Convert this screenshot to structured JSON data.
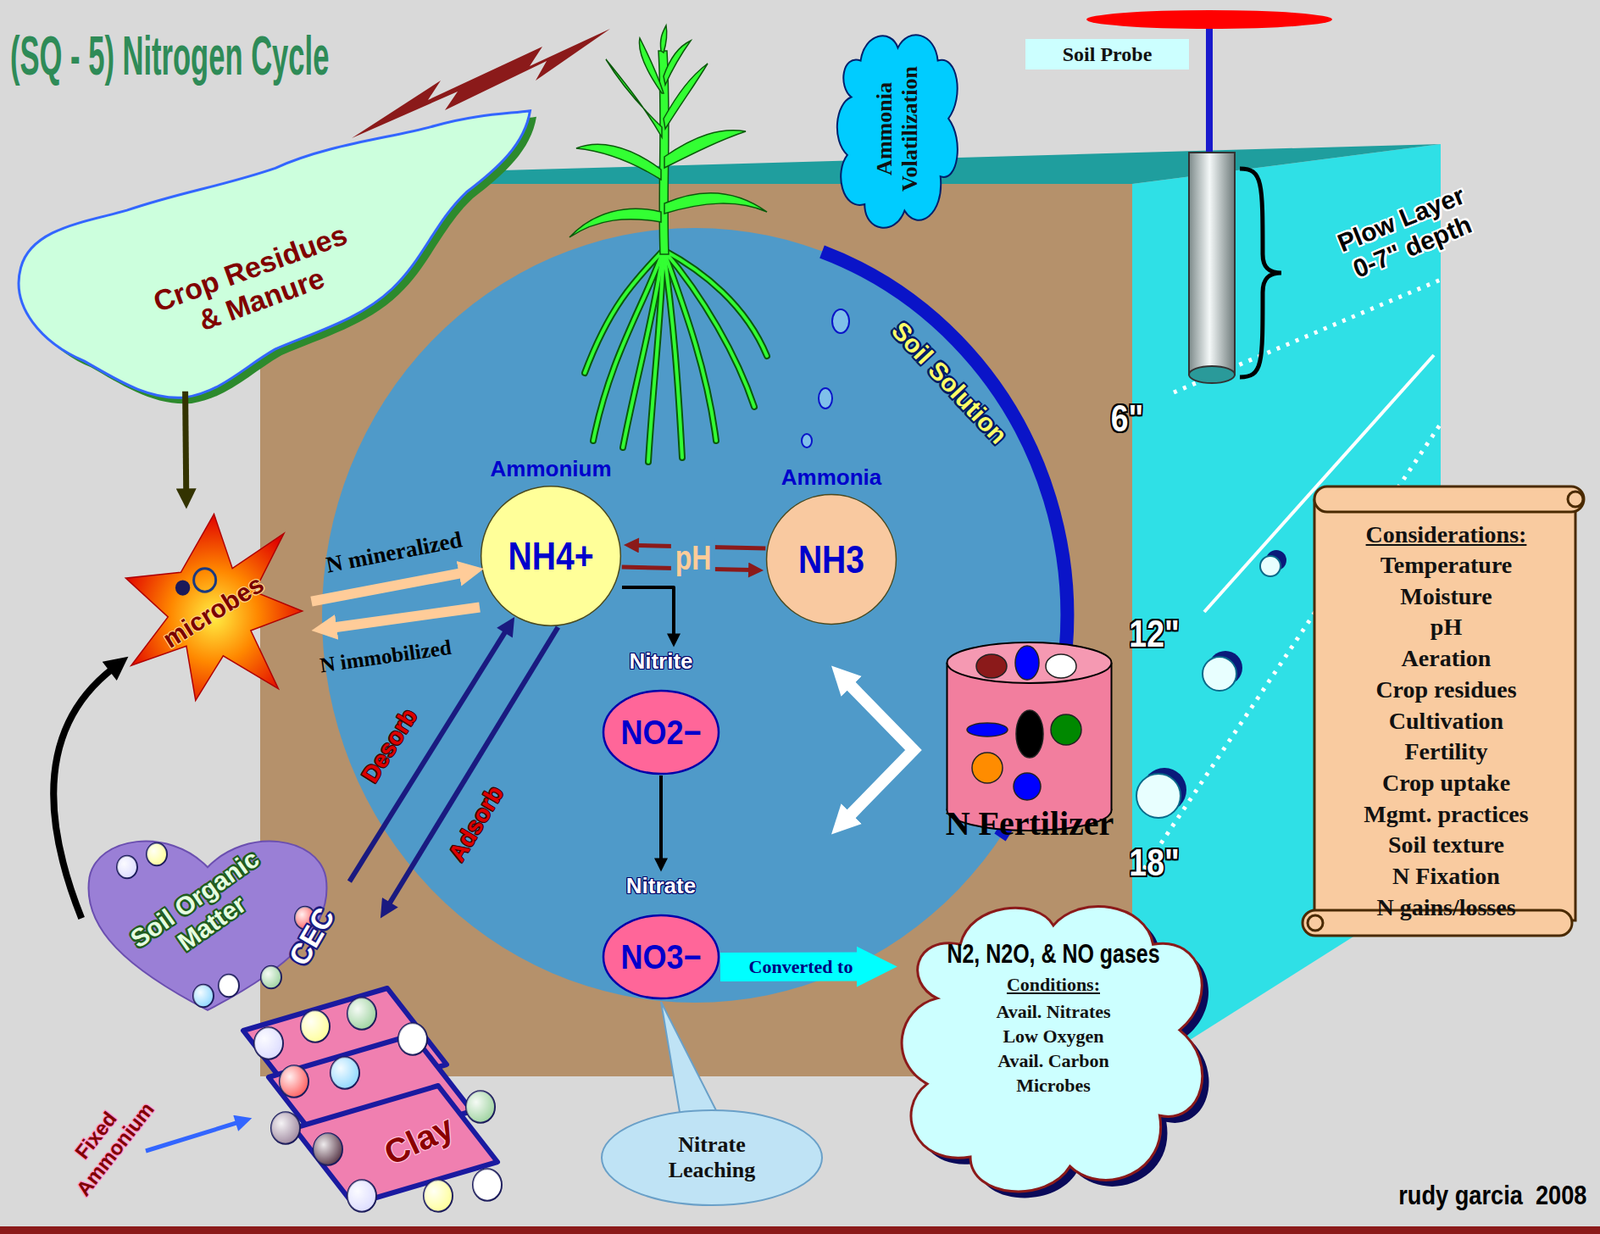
{
  "diagram": {
    "title": "(SQ - 5) Nitrogen Cycle",
    "nodes": [
      {
        "text": [
          "Crop Residues & Manure"
        ]
      },
      {
        "text": [
          "Ammonia Volatilization"
        ]
      },
      {
        "text": [
          "Soil Probe"
        ]
      },
      {
        "text": [
          "Soil Solution"
        ]
      },
      {
        "text": [
          "Ammonium",
          "NH4+"
        ],
        "in": 3
      },
      {
        "text": [
          "Ammonia",
          "NH3"
        ],
        "in": 3
      },
      {
        "text": [
          "microbes"
        ]
      },
      {
        "text": [
          "Nitrite",
          "NO2−"
        ],
        "in": 3
      },
      {
        "text": [
          "N Fertilizer"
        ]
      },
      {
        "text": [
          "Considerations:",
          "Temperature",
          "Moisture",
          "pH",
          "Aeration",
          "Crop residues",
          "Cultivation",
          "Fertility",
          "Crop uptake",
          "Mgmt. practices",
          "Soil texture",
          "N Fixation",
          "N gains/losses"
        ]
      },
      {
        "text": [
          "Soil Organic Matter"
        ]
      },
      {
        "text": [
          "Nitrate",
          "NO3−"
        ],
        "in": 3
      },
      {
        "text": [
          "N2, N2O, & NO gases",
          "Conditions:",
          "Avail. Nitrates",
          "Low Oxygen",
          "Avail. Carbon",
          "Microbes"
        ]
      },
      {
        "text": [
          "Clay"
        ]
      },
      {
        "text": [
          "Nitrate Leaching"
        ]
      }
    ],
    "edges": [
      {
        "from": 0,
        "to": 6,
        "arrow": "to"
      },
      {
        "from": 6,
        "to": 4,
        "label": "N mineralized",
        "arrow": "to"
      },
      {
        "from": 4,
        "to": 6,
        "label": "N immobilized",
        "arrow": "to"
      },
      {
        "from": 4,
        "to": 5,
        "label": "pH",
        "arrow": "both"
      },
      {
        "from": 4,
        "to": 7,
        "arrow": "to"
      },
      {
        "from": 7,
        "to": 11,
        "arrow": "to"
      },
      {
        "from": 11,
        "to": 12,
        "label": "Converted to",
        "arrow": "to"
      },
      {
        "from": 10,
        "to": 6,
        "arrow": "to"
      },
      {
        "from": 10,
        "to": 4,
        "label": "Desorb",
        "arrow": "to"
      },
      {
        "from": 4,
        "to": 10,
        "label": "Adsorb",
        "arrow": "to"
      }
    ],
    "labels": [
      "CEC",
      "Fixed Ammonium",
      "Plow Layer 0-7\" depth",
      "6\"",
      "12\"",
      "18\"",
      "rudy garcia  2008"
    ]
  }
}
